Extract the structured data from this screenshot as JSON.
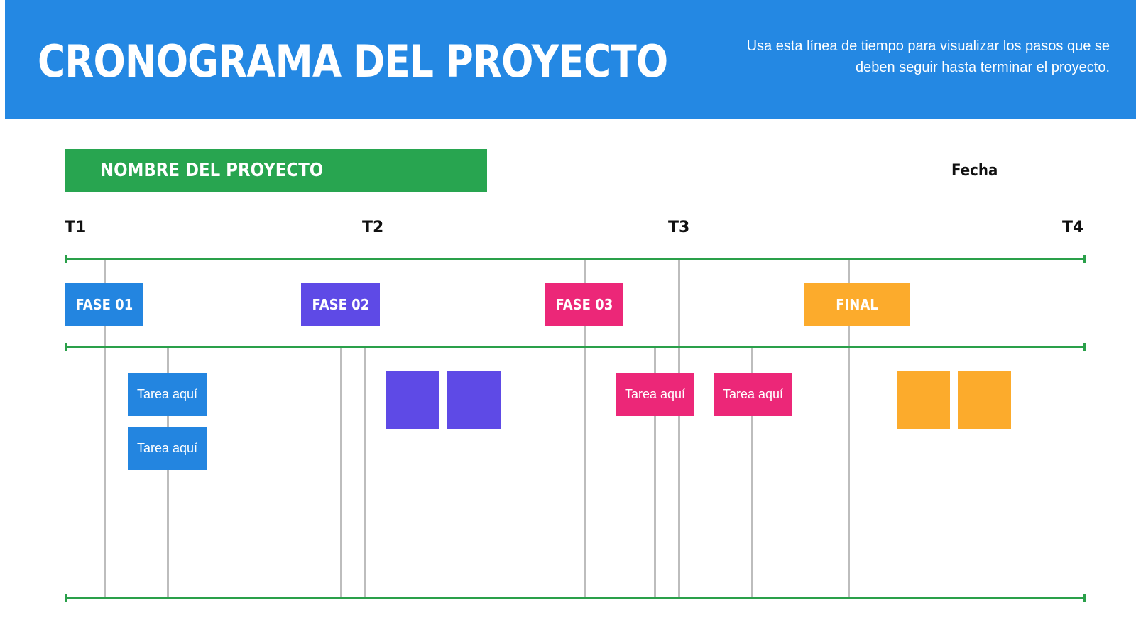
{
  "header": {
    "title": "CRONOGRAMA DEL PROYECTO",
    "subtitle_line1": "Usa esta línea de tiempo para visualizar los pasos que se",
    "subtitle_line2": "deben seguir hasta terminar el proyecto."
  },
  "project": {
    "name": "NOMBRE DEL PROYECTO",
    "date_label": "Fecha"
  },
  "timeline": {
    "markers": [
      "T1",
      "T2",
      "T3",
      "T4"
    ]
  },
  "phases": [
    {
      "label": "FASE 01",
      "color": "#2385e0"
    },
    {
      "label": "FASE 02",
      "color": "#5e4ae6"
    },
    {
      "label": "FASE 03",
      "color": "#ec2778"
    },
    {
      "label": "FINAL",
      "color": "#fcab2c"
    }
  ],
  "tasks": {
    "phase1": [
      "Tarea aquí",
      "Tarea aquí"
    ],
    "phase3": [
      "Tarea aquí",
      "Tarea aquí"
    ]
  },
  "colors": {
    "header_bg": "#2488e3",
    "project_bar": "#28a550",
    "timeline_line": "#2aa04a",
    "connector": "#bdbdbd"
  }
}
